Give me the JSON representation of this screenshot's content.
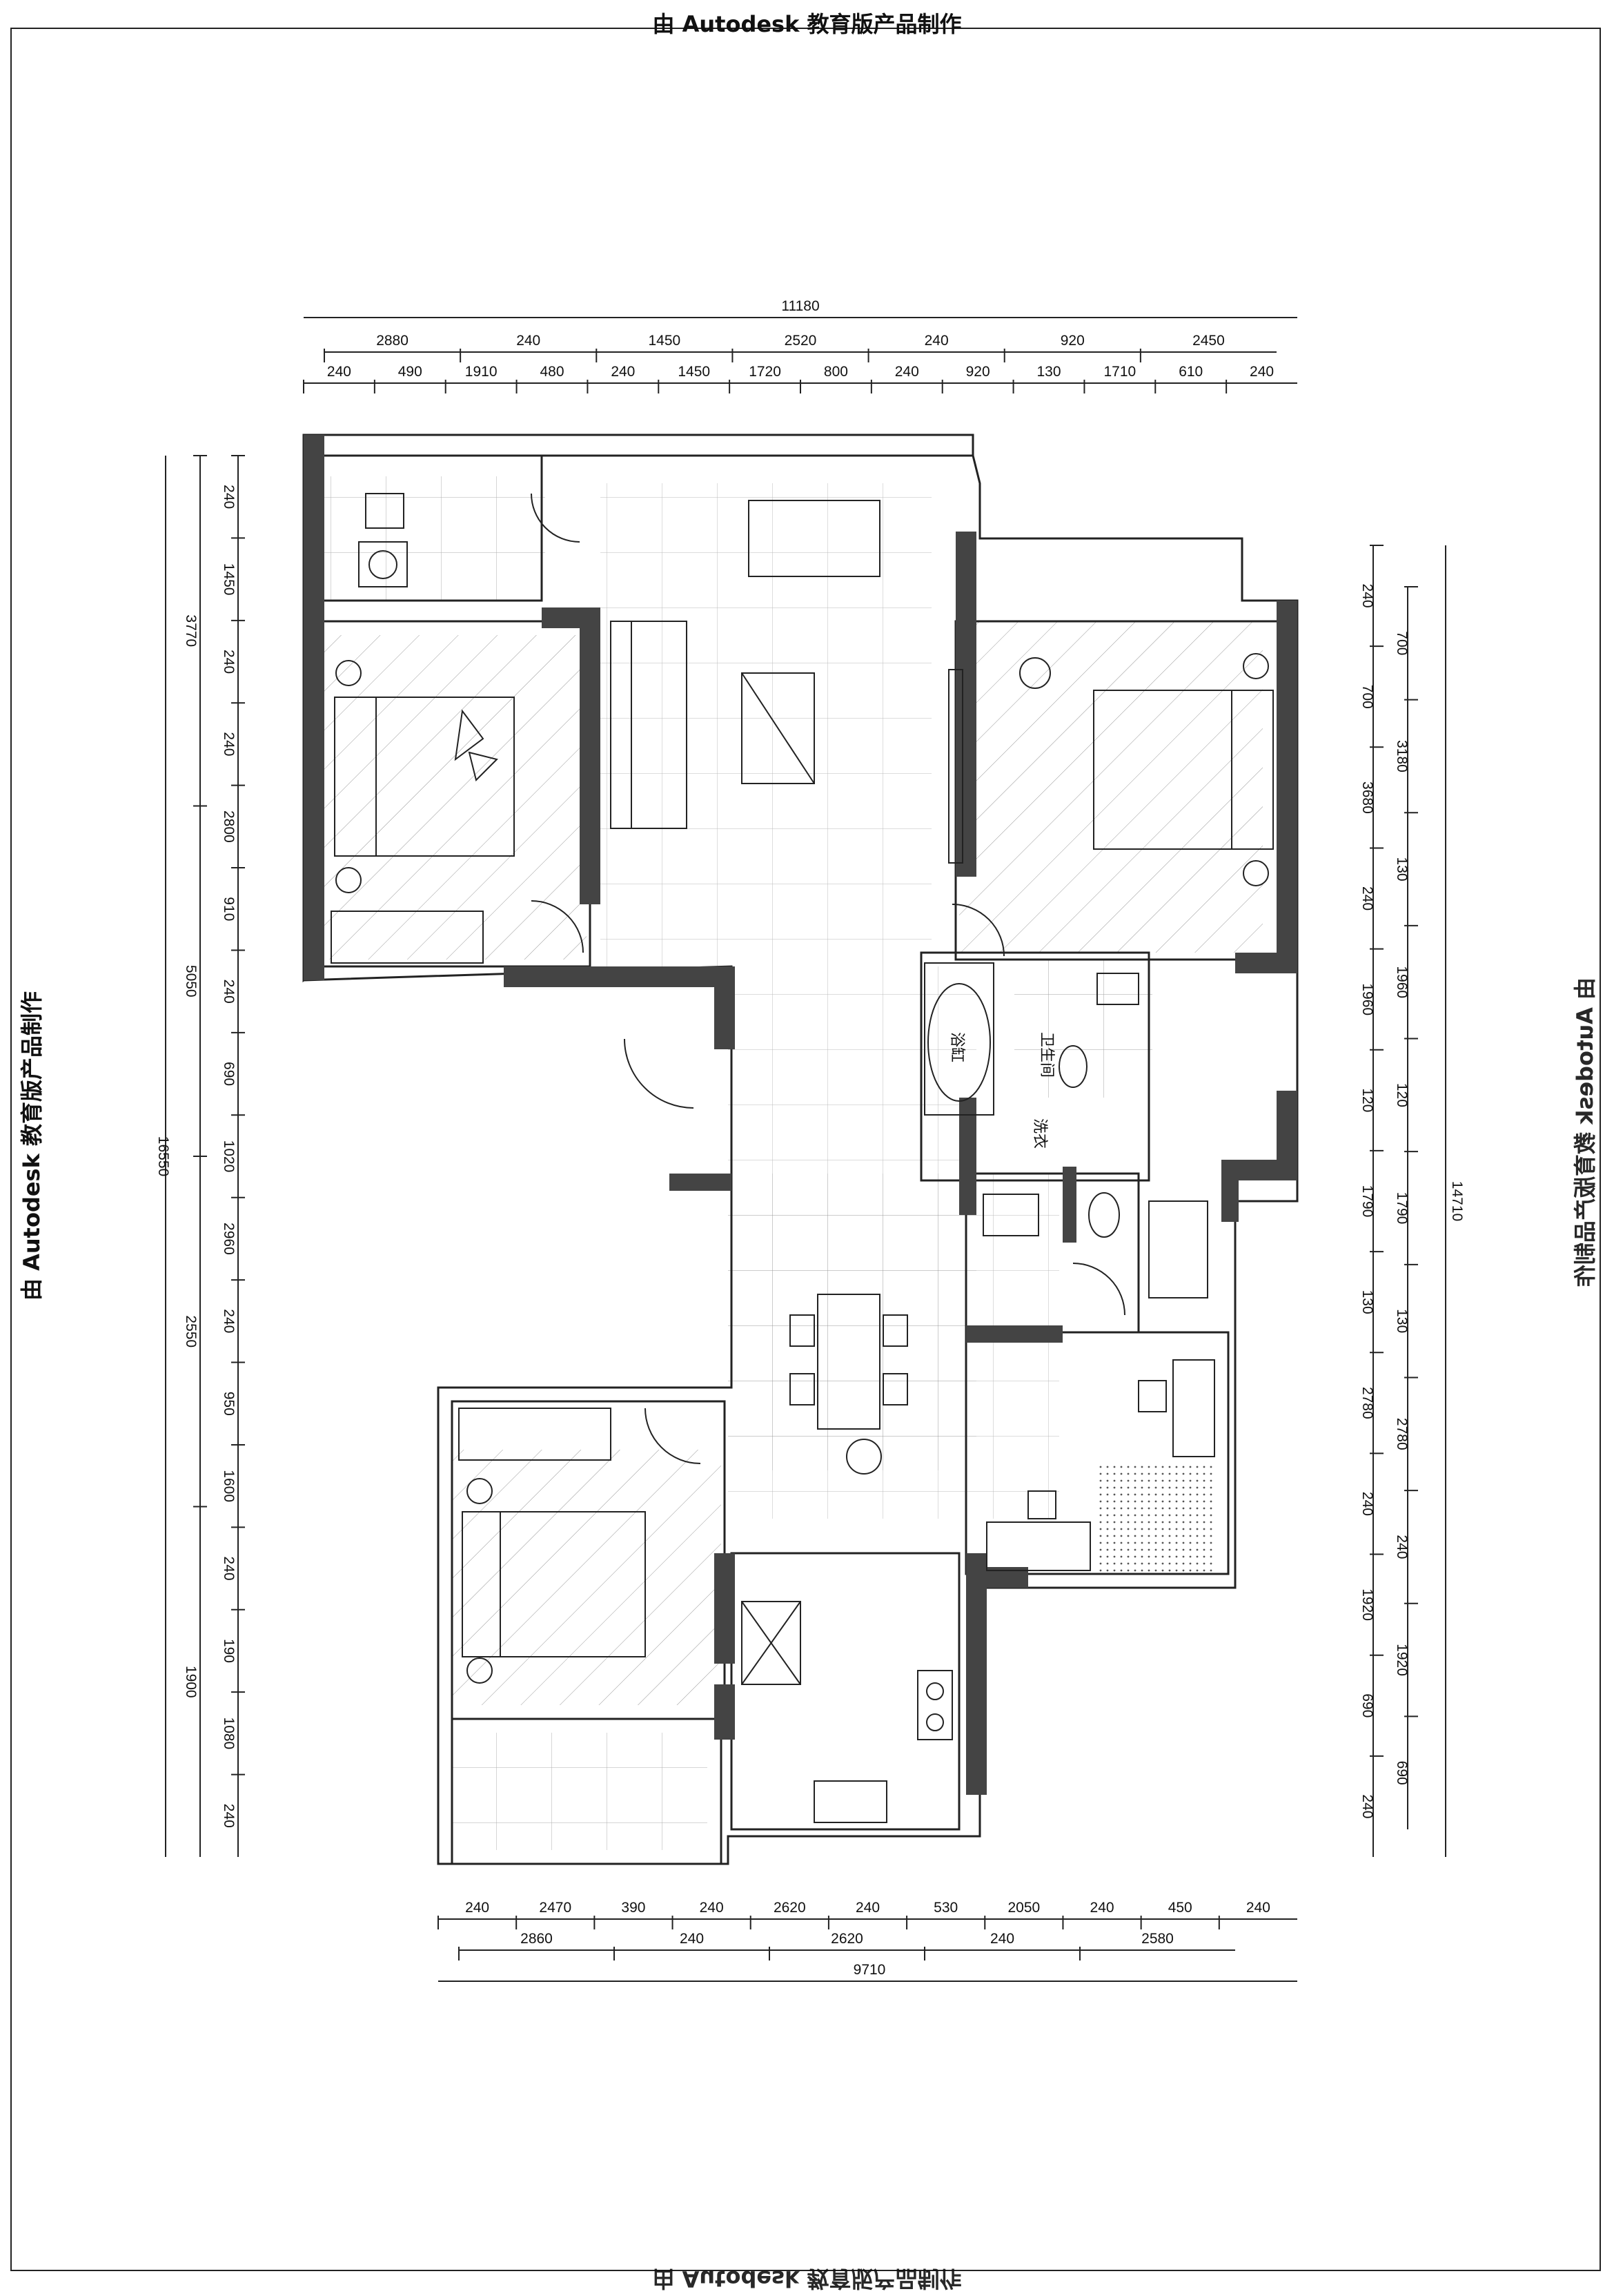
{
  "watermark": {
    "text": "由 Autodesk 教育版产品制作"
  },
  "dimensions": {
    "top_total": "11180",
    "top_row1": [
      "2880",
      "240",
      "1450",
      "2520",
      "240",
      "920",
      "2450"
    ],
    "top_row2": [
      "240",
      "490",
      "1910",
      "480",
      "240",
      "1450",
      "1720",
      "800",
      "240",
      "920",
      "130",
      "1710",
      "610",
      "240"
    ],
    "bottom_row1": [
      "240",
      "2470",
      "390",
      "240",
      "2620",
      "240",
      "530",
      "2050",
      "240",
      "450",
      "240"
    ],
    "bottom_row2": [
      "2860",
      "240",
      "2620",
      "240",
      "2580"
    ],
    "bottom_total": "9710",
    "left_total": "16550",
    "left_row1": [
      "3770",
      "5050",
      "2550",
      "1900"
    ],
    "left_row2": [
      "240",
      "1450",
      "240",
      "240",
      "2800",
      "910",
      "240",
      "690",
      "1020",
      "2960",
      "240",
      "950",
      "1600",
      "240",
      "190",
      "1080",
      "240"
    ],
    "right_total": "14710",
    "right_row1": [
      "240",
      "700",
      "3680",
      "240",
      "1960",
      "120",
      "1790",
      "130",
      "2780",
      "240",
      "1920",
      "690",
      "240"
    ],
    "right_row2": [
      "700",
      "3180",
      "130",
      "1960",
      "120",
      "1790",
      "130",
      "2780",
      "240",
      "1920",
      "690"
    ]
  },
  "rooms": {
    "bath_label": "卫生间",
    "tub_label": "浴缸",
    "wash_label": "洗衣"
  },
  "colors": {
    "wall": "#444444",
    "line": "#222222",
    "hatch": "#888888"
  }
}
